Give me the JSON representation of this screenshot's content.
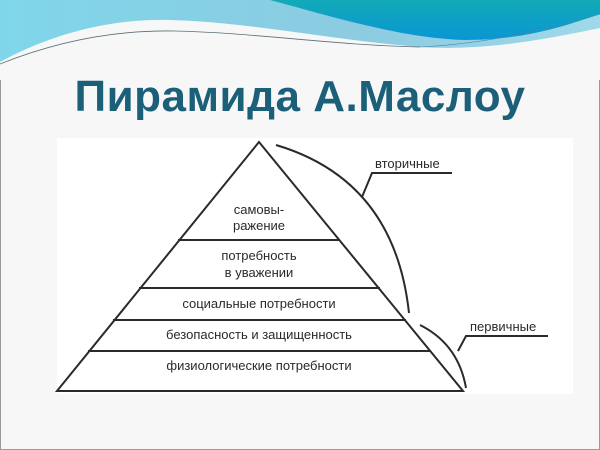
{
  "slide": {
    "title": "Пирамида А.Маслоу",
    "colors": {
      "title": "#1b5f78",
      "wave_dark": "#0a9fc4",
      "wave_light": "#8fd3e6",
      "background": "#f7f7f7"
    }
  },
  "pyramid": {
    "levels": [
      {
        "line1": "самовы-",
        "line2": "ражение"
      },
      {
        "line1": "потребность",
        "line2": "в уважении"
      },
      {
        "line1": "социальные потребности"
      },
      {
        "line1": "безопасность и защищенность"
      },
      {
        "line1": "физиологические потребности"
      }
    ],
    "groups": {
      "secondary": "вторичные",
      "primary": "первичные"
    }
  }
}
